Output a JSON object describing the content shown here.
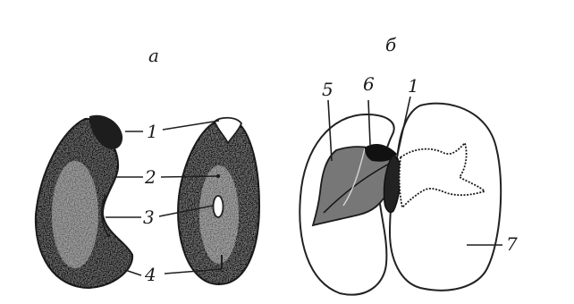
{
  "panels": {
    "left": {
      "letter": "а"
    },
    "right": {
      "letter": "б"
    }
  },
  "labels": {
    "left": [
      "1",
      "2",
      "3",
      "4"
    ],
    "right": [
      "5",
      "6",
      "1",
      "7"
    ]
  }
}
